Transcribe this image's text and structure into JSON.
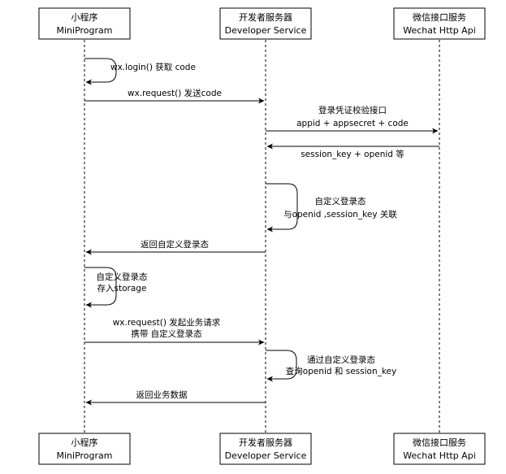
{
  "participants": [
    {
      "name": "小程序",
      "sub": "MiniProgram"
    },
    {
      "name": "开发者服务器",
      "sub": "Developer Service"
    },
    {
      "name": "微信接口服务",
      "sub": "Wechat Http Api"
    }
  ],
  "messages": [
    {
      "id": "wx-login",
      "from": 0,
      "to": 0,
      "lines": [
        "wx.login() 获取 code"
      ]
    },
    {
      "id": "wx-request-code",
      "from": 0,
      "to": 1,
      "lines": [
        "wx.request() 发送code"
      ]
    },
    {
      "id": "verify-credentials",
      "from": 1,
      "to": 2,
      "lines": [
        "登录凭证校验接口",
        "appid + appsecret + code"
      ]
    },
    {
      "id": "session-return",
      "from": 2,
      "to": 1,
      "lines": [
        "session_key + openid 等"
      ]
    },
    {
      "id": "custom-session",
      "from": 1,
      "to": 1,
      "lines": [
        "自定义登录态",
        "与openid ,session_key 关联"
      ]
    },
    {
      "id": "return-custom-session",
      "from": 1,
      "to": 0,
      "lines": [
        "返回自定义登录态"
      ]
    },
    {
      "id": "store-storage",
      "from": 0,
      "to": 0,
      "lines": [
        "自定义登录态",
        "存入storage"
      ]
    },
    {
      "id": "business-request",
      "from": 0,
      "to": 1,
      "lines": [
        "wx.request() 发起业务请求",
        "携带 自定义登录态"
      ]
    },
    {
      "id": "query-session",
      "from": 1,
      "to": 1,
      "lines": [
        "通过自定义登录态",
        "查询openid 和 session_key"
      ]
    },
    {
      "id": "return-business-data",
      "from": 1,
      "to": 0,
      "lines": [
        "返回业务数据"
      ]
    }
  ]
}
